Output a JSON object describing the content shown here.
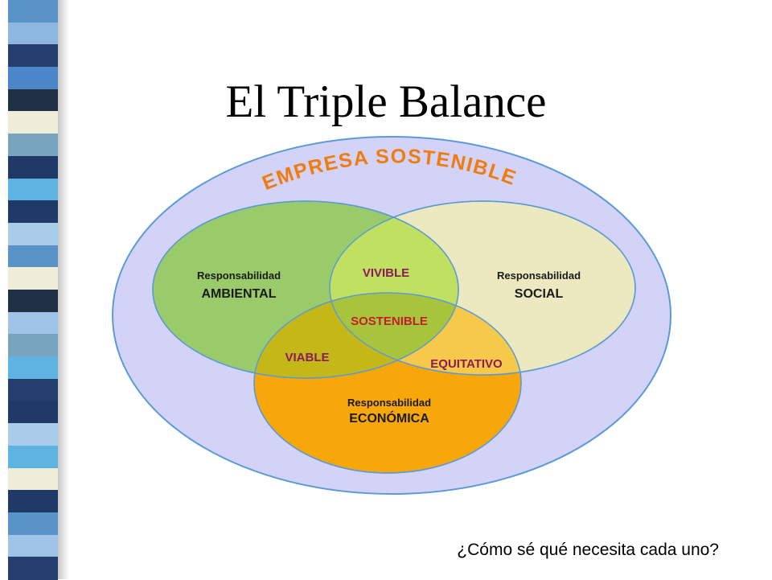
{
  "slide": {
    "title": "El Triple Balance",
    "question": "¿Cómo sé qué necesita cada uno?"
  },
  "stripe": {
    "colors": [
      "#5a93c8",
      "#8fb8e0",
      "#243f6e",
      "#4a86c8",
      "#1f2f44",
      "#eeeed8",
      "#79a4bf",
      "#1f3a66",
      "#5fb3e0",
      "#1f3a66",
      "#a9cceb",
      "#5a93c8",
      "#eeeed8",
      "#1f2f44",
      "#a0c4e8",
      "#79a4bf",
      "#5fb3e0",
      "#243f6e",
      "#1f3a66",
      "#a9cceb",
      "#5fb3e0",
      "#eeeed8",
      "#1f3a66",
      "#5a93c8",
      "#a0c4e8",
      "#243f6e"
    ]
  },
  "diagram": {
    "outer_label": "EMPRESA SOSTENIBLE",
    "circles": {
      "ambiental": {
        "line1": "Responsabilidad",
        "line2": "AMBIENTAL",
        "color": "#9acb6a"
      },
      "social": {
        "line1": "Responsabilidad",
        "line2": "SOCIAL",
        "color": "#ece8bf"
      },
      "economica": {
        "line1": "Responsabilidad",
        "line2": "ECONÓMICA",
        "color": "#f7a70a"
      }
    },
    "intersections": {
      "vivible": "VIVIBLE",
      "viable": "VIABLE",
      "equitativo": "EQUITATIVO",
      "sostenible": "SOSTENIBLE"
    },
    "colors": {
      "outer_fill": "#d3d3f7",
      "outer_stroke": "#5b9bd5",
      "circle_stroke": "#5b9bd5",
      "outer_label": "#f07b0e",
      "intersection_label": "#8b1a5a",
      "sostenible_label": "#c0202a",
      "dark_text": "#1a1a1a",
      "vivible_fill": "#bfe060",
      "viable_fill": "#c3b818",
      "equitativo_fill": "#f7c94a",
      "center_fill": "#a8c43c"
    }
  }
}
